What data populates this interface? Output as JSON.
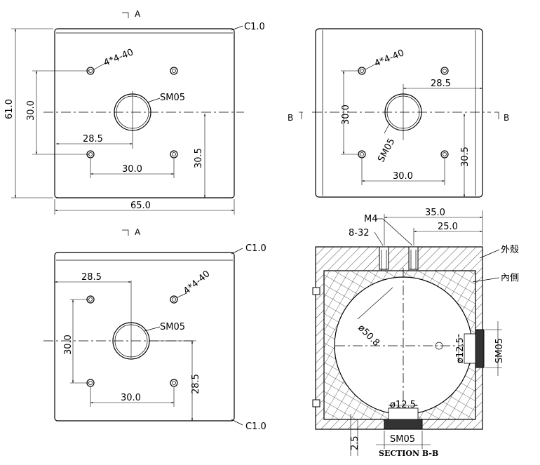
{
  "views": {
    "top_left": {
      "section_mark": "A",
      "chamfer": "C1.0",
      "height_dim": "61.0",
      "vert_hole_dim": "30.0",
      "holes_label": "4*4-40",
      "thread_label": "SM05",
      "center_x_dim": "28.5",
      "horiz_hole_dim": "30.0",
      "center_y_dim": "30.5",
      "width_dim": "65.0"
    },
    "top_right": {
      "section_left": "B",
      "section_right": "B",
      "holes_label": "4*4-40",
      "center_x_dim": "28.5",
      "vert_hole_dim": "30.0",
      "thread_label": "SM05",
      "center_y_dim": "30.5",
      "horiz_hole_dim": "30.0"
    },
    "bottom_left": {
      "section_mark": "A",
      "chamfer_top": "C1.0",
      "chamfer_bottom": "C1.0",
      "center_x_dim": "28.5",
      "holes_label": "4*4-40",
      "thread_label": "SM05",
      "vert_hole_dim": "30.0",
      "center_y_dim": "28.5",
      "horiz_hole_dim": "30.0"
    },
    "section": {
      "m4_label": "M4",
      "thread_832": "8-32",
      "dim_35": "35.0",
      "dim_25": "25.0",
      "outer_shell": "外殼",
      "inner_side": "內側",
      "sphere_dia": "ø50.8",
      "port_dia_right": "ø12.5",
      "port_thread_right": "SM05",
      "port_dia_bottom": "ø12.5",
      "port_thread_bottom": "SM05",
      "wall_dim": "2.5",
      "title": "SECTION B-B"
    }
  }
}
